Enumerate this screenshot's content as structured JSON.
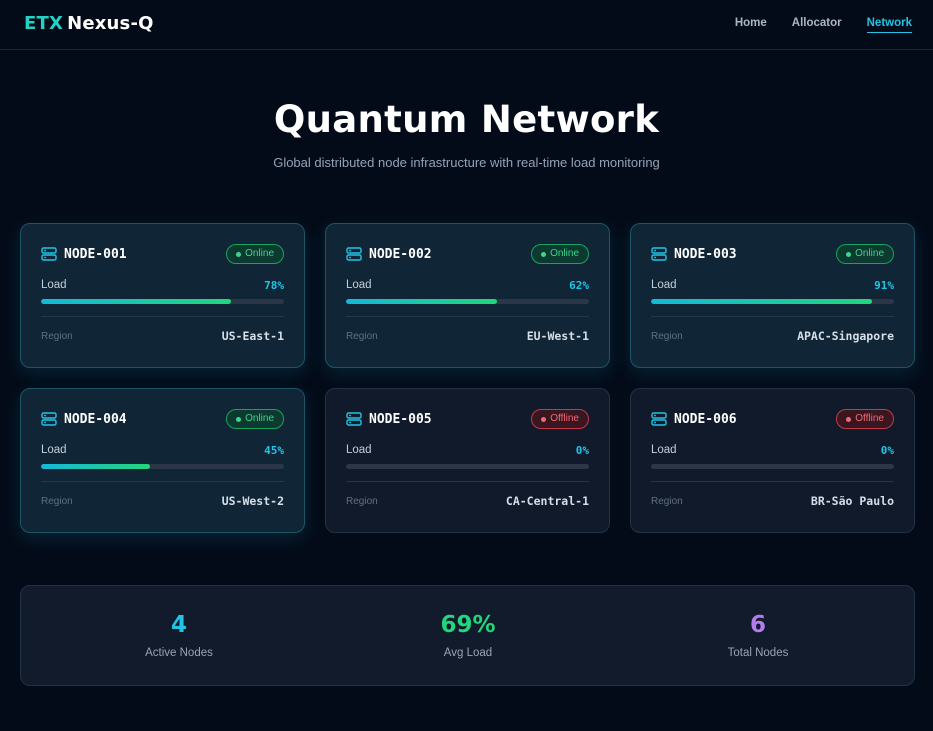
{
  "header": {
    "brand_prefix": "ETX",
    "brand_name": "Nexus-Q",
    "nav": [
      {
        "label": "Home",
        "active": false
      },
      {
        "label": "Allocator",
        "active": false
      },
      {
        "label": "Network",
        "active": true
      }
    ]
  },
  "hero": {
    "title": "Quantum Network",
    "subtitle": "Global distributed node infrastructure with real-time load monitoring"
  },
  "labels": {
    "load": "Load",
    "region": "Region"
  },
  "nodes": [
    {
      "id": "NODE-001",
      "status": "Online",
      "online": true,
      "load": "78%",
      "load_fraction": 0.78,
      "region": "US-East-1"
    },
    {
      "id": "NODE-002",
      "status": "Online",
      "online": true,
      "load": "62%",
      "load_fraction": 0.62,
      "region": "EU-West-1"
    },
    {
      "id": "NODE-003",
      "status": "Online",
      "online": true,
      "load": "91%",
      "load_fraction": 0.91,
      "region": "APAC-Singapore"
    },
    {
      "id": "NODE-004",
      "status": "Online",
      "online": true,
      "load": "45%",
      "load_fraction": 0.45,
      "region": "US-West-2"
    },
    {
      "id": "NODE-005",
      "status": "Offline",
      "online": false,
      "load": "0%",
      "load_fraction": 0.0,
      "region": "CA-Central-1"
    },
    {
      "id": "NODE-006",
      "status": "Offline",
      "online": false,
      "load": "0%",
      "load_fraction": 0.0,
      "region": "BR-São Paulo"
    }
  ],
  "stats": [
    {
      "value": "4",
      "label": "Active Nodes",
      "color": "#22c4e6"
    },
    {
      "value": "69%",
      "label": "Avg Load",
      "color": "#22d67c"
    },
    {
      "value": "6",
      "label": "Total Nodes",
      "color": "#b57cf0"
    }
  ],
  "colors": {
    "accent": "#22c4e6",
    "brand": "#22d3c5",
    "online": "#3fd48a",
    "offline": "#f06a76",
    "icon": "#22c4e6"
  },
  "icons": {
    "node": "server-icon",
    "status": "status-dot-icon"
  }
}
